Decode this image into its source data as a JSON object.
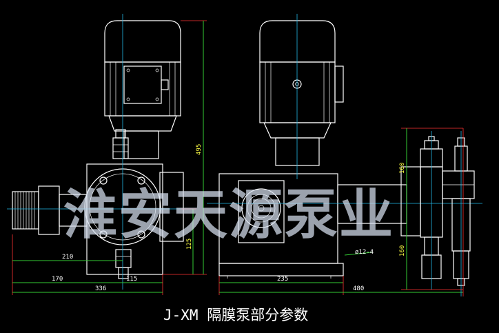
{
  "caption": "J-XM 隔膜泵部分参数",
  "watermark": "淮安天源泵业",
  "dimensions": {
    "height_total": "495",
    "height_axis": "125",
    "width_210": "210",
    "width_170": "170",
    "width_115": "115",
    "width_336": "336",
    "width_235": "235",
    "width_480": "480",
    "hole": "ø12-4",
    "side_upper": "160",
    "side_lower": "160"
  },
  "colors": {
    "background": "#000000",
    "outline": "#ffffff",
    "dimension_line": "#33cc33",
    "center_line": "#22b8e8",
    "extension_line": "#ff3333"
  }
}
